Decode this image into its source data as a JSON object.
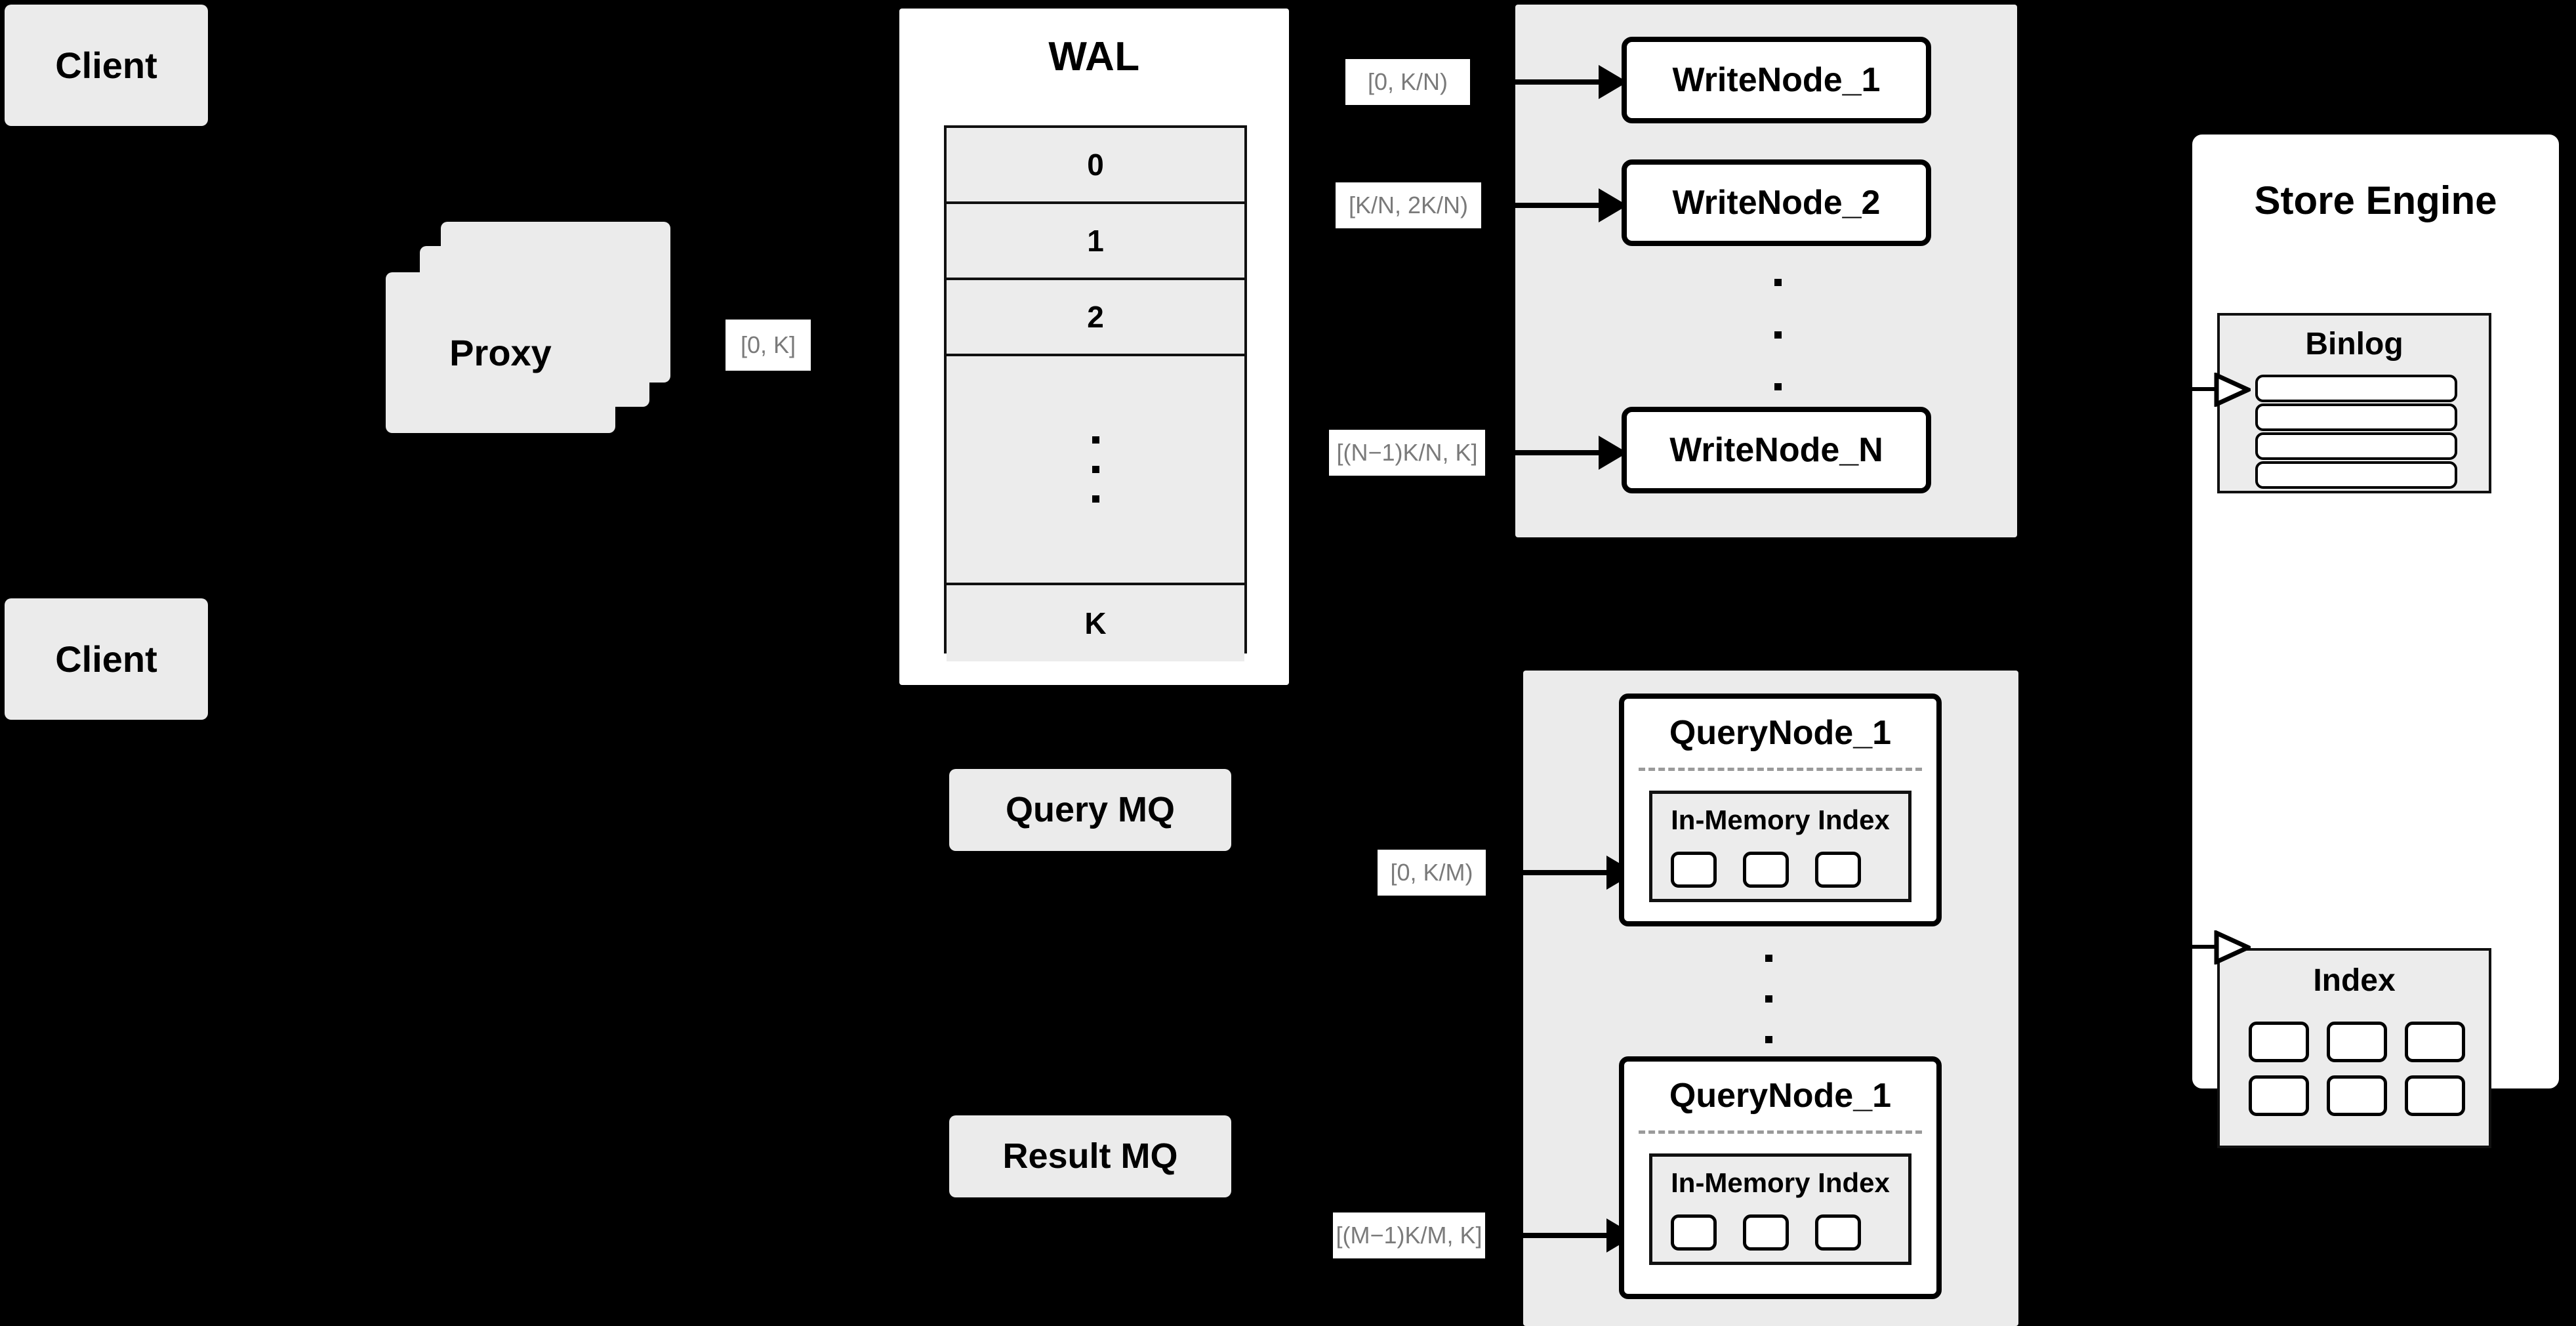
{
  "diagram": {
    "title": "Distributed Write/Query Architecture",
    "colors": {
      "background": "#000000",
      "node_fill": "#ebebeb",
      "card_fill": "#ffffff",
      "border": "#000000",
      "label_text": "#7a7a7a",
      "label_plate": "#ffffff",
      "divider": "#9a9a9a"
    }
  },
  "clients": [
    {
      "label": "Client"
    },
    {
      "label": "Client"
    }
  ],
  "proxy": {
    "label": "Proxy",
    "stack_count": 3,
    "output_range_label": "[0, K]"
  },
  "wal": {
    "title": "WAL",
    "rows": [
      {
        "label": "0"
      },
      {
        "label": "1"
      },
      {
        "label": "2"
      },
      {
        "label": "",
        "is_ellipsis": true
      },
      {
        "label": "K"
      }
    ]
  },
  "write_cluster": {
    "nodes": [
      {
        "label": "WriteNode_1",
        "range_label": "[0,  K/N)"
      },
      {
        "label": "WriteNode_2",
        "range_label": "[K/N, 2K/N)"
      },
      {
        "label": "WriteNode_N",
        "range_label": "[(N−1)K/N,  K]"
      }
    ],
    "ellipsis": true
  },
  "query_cluster": {
    "nodes": [
      {
        "label": "QueryNode_1",
        "range_label": "[0, K/M)",
        "inner": {
          "title": "In-Memory Index",
          "cell_count": 3
        }
      },
      {
        "label": "QueryNode_1",
        "range_label": "[(M−1)K/M, K]",
        "inner": {
          "title": "In-Memory Index",
          "cell_count": 3
        }
      }
    ],
    "ellipsis": true
  },
  "queues": [
    {
      "label": "Query MQ"
    },
    {
      "label": "Result MQ"
    }
  ],
  "store_engine": {
    "title": "Store Engine",
    "binlog": {
      "title": "Binlog",
      "bar_count": 4
    },
    "index": {
      "title": "Index",
      "rows": 2,
      "cols": 3,
      "cell_count": 6
    }
  }
}
